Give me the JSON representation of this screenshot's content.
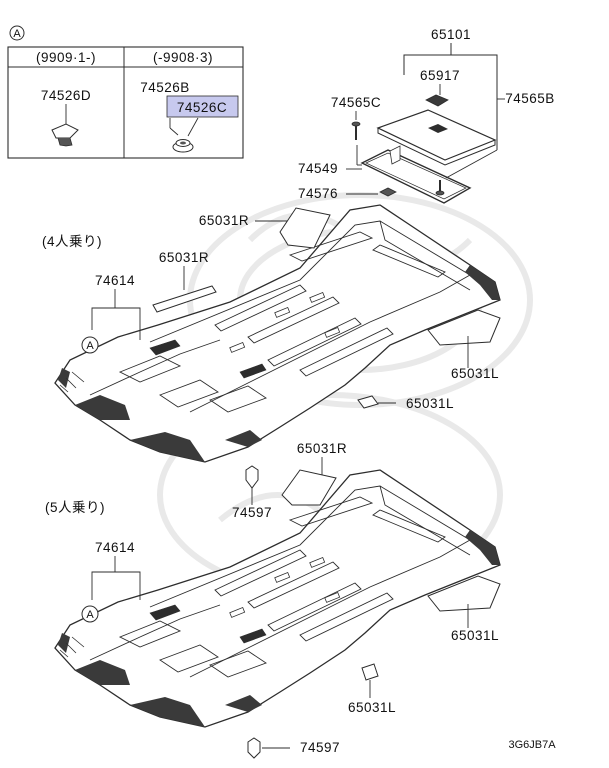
{
  "inset": {
    "marker": "A",
    "left_header": "(9909·1-)",
    "right_header": "(-9908·3)",
    "left_part": "74526D",
    "right_part_1": "74526B",
    "right_part_2_highlighted": "74526C"
  },
  "callouts": {
    "a": "A",
    "b": "A"
  },
  "upper_assembly": {
    "caption": "(4人乗り)",
    "labels": {
      "p65101": "65101",
      "p65917": "65917",
      "p74565C": "74565C",
      "p74565B": "74565B",
      "p74549": "74549",
      "p74576": "74576",
      "p65031R_a": "65031R",
      "p65031R_b": "65031R",
      "p74614": "74614",
      "p65031L_a": "65031L",
      "p65031L_b": "65031L"
    }
  },
  "lower_assembly": {
    "caption": "(5人乗り)",
    "labels": {
      "p74597_a": "74597",
      "p65031R": "65031R",
      "p74614": "74614",
      "p65031L_a": "65031L",
      "p65031L_b": "65031L",
      "p74597_b": "74597"
    }
  },
  "diagram_code": "3G6JB7A",
  "colors": {
    "highlight": "#c7c9ee",
    "line": "#2d2d2d",
    "watermark": "#e9e9e9"
  }
}
